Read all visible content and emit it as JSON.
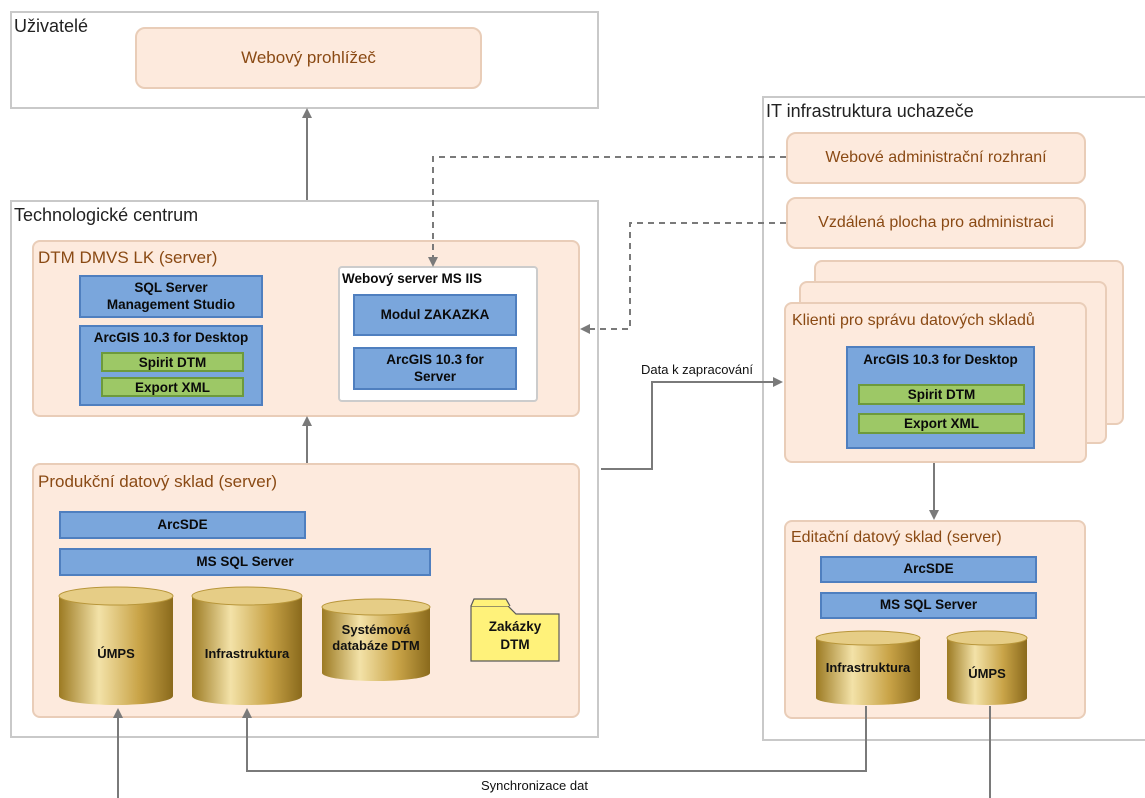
{
  "users": {
    "title": "Uživatelé",
    "browser": "Webový prohlížeč"
  },
  "it": {
    "title": "IT infrastruktura uchazeče",
    "web_admin": "Webové administrační rozhraní",
    "remote_desktop": "Vzdálená plocha pro administraci",
    "clients": {
      "title": "Klienti pro správu datových skladů",
      "arcgis": "ArcGIS 10.3 for Desktop",
      "spirit": "Spirit DTM",
      "export": "Export XML"
    },
    "editing": {
      "title": "Editační datový sklad (server)",
      "arcsde": "ArcSDE",
      "mssql": "MS SQL Server",
      "db1": "Infrastruktura",
      "db2": "ÚMPS"
    }
  },
  "tech": {
    "title": "Technologické centrum",
    "dtm": {
      "title": "DTM DMVS LK (server)",
      "sql_studio_line1": "SQL Server",
      "sql_studio_line2": "Management Studio",
      "arcgis_desktop": "ArcGIS 10.3 for Desktop",
      "spirit": "Spirit DTM",
      "export": "Export XML",
      "iis": {
        "title": "Webový server MS IIS",
        "modul": "Modul ZAKAZKA",
        "arcgis_server_line1": "ArcGIS 10.3 for",
        "arcgis_server_line2": "Server"
      }
    },
    "prod": {
      "title": "Produkční datový sklad (server)",
      "arcsde": "ArcSDE",
      "mssql": "MS SQL Server",
      "db_umps": "ÚMPS",
      "db_infra": "Infrastruktura",
      "db_sys_line1": "Systémová",
      "db_sys_line2": "databáze DTM",
      "folder_line1": "Zakázky",
      "folder_line2": "DTM"
    }
  },
  "labels": {
    "data_processing": "Data k zapracování",
    "sync": "Synchronizace dat"
  },
  "colors": {
    "panel_fill": "#fdeadd",
    "panel_title": "#8a4a14",
    "blue_box": "#7aa6dc",
    "green_box": "#9dc866",
    "cylinder_gold": "#c8a84a",
    "folder_yellow": "#fff27a",
    "connector": "#7a7a7a"
  }
}
